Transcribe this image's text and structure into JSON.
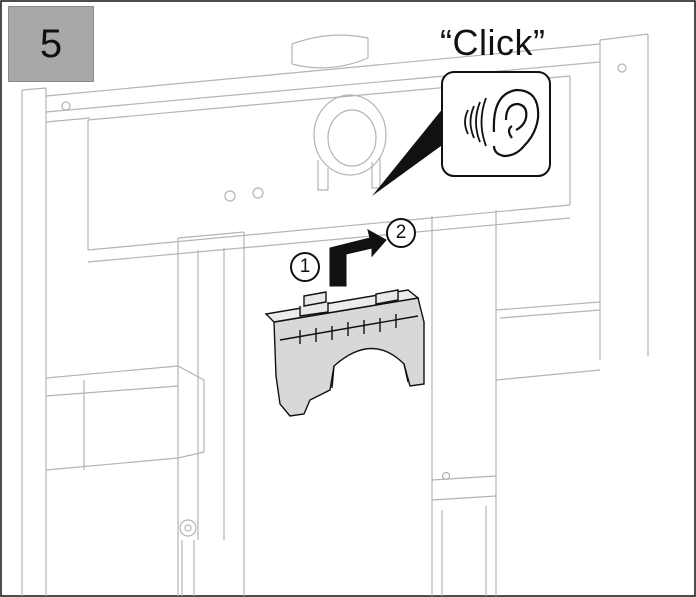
{
  "step": {
    "number": "5"
  },
  "callout": {
    "sound_text": "“Click”"
  },
  "sequence": {
    "first": "1",
    "second": "2"
  },
  "icons": [
    "ear-icon",
    "sound-waves-icon",
    "bend-arrow-icon"
  ],
  "colors": {
    "line": "#111111",
    "frame_line": "#b4b4b4",
    "step_box": "#a8a8a8",
    "part_fill": "#d8d8d8",
    "arrow": "#111111"
  }
}
